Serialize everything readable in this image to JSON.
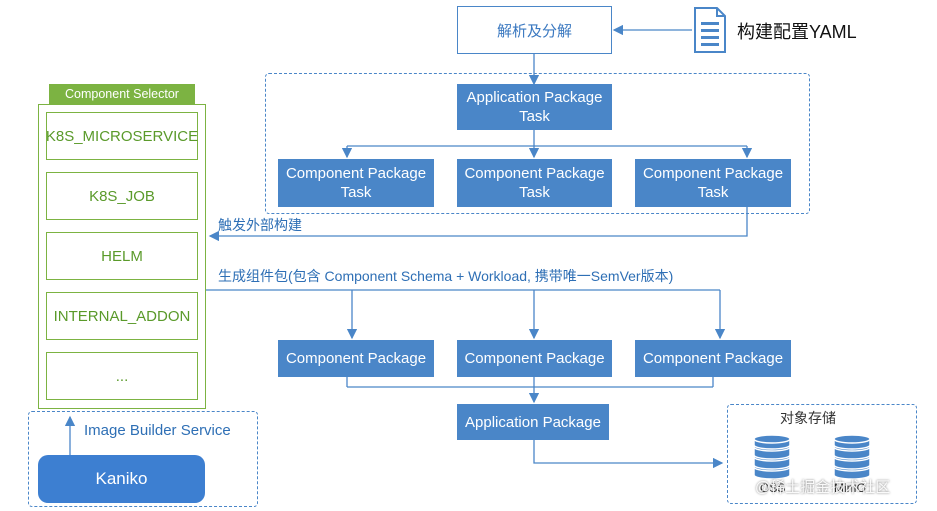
{
  "top": {
    "parse_label": "解析及分解",
    "config_label": "构建配置YAML"
  },
  "app_task": {
    "line1": "Application Package",
    "line2": "Task"
  },
  "comp_tasks": [
    {
      "line1": "Component Package",
      "line2": "Task"
    },
    {
      "line1": "Component Package",
      "line2": "Task"
    },
    {
      "line1": "Component Package",
      "line2": "Task"
    }
  ],
  "external_build_label": "触发外部构建",
  "generate_label": "生成组件包(包含 Component Schema + Workload, 携带唯一SemVer版本)",
  "comp_packages": [
    "Component Package",
    "Component Package",
    "Component Package"
  ],
  "app_package": "Application Package",
  "selector": {
    "title": "Component Selector",
    "items": [
      "K8S_MICROSERVICE",
      "K8S_JOB",
      "HELM",
      "INTERNAL_ADDON",
      "..."
    ]
  },
  "builder": {
    "title": "Image Builder Service",
    "kaniko": "Kaniko"
  },
  "storage": {
    "title": "对象存储",
    "oss": "OSS",
    "minio": "MinIO"
  },
  "watermark": "@稀土掘金技术社区",
  "colors": {
    "blue": "#4a86c8",
    "green": "#7cb342",
    "kaniko": "#3d7fd1"
  }
}
